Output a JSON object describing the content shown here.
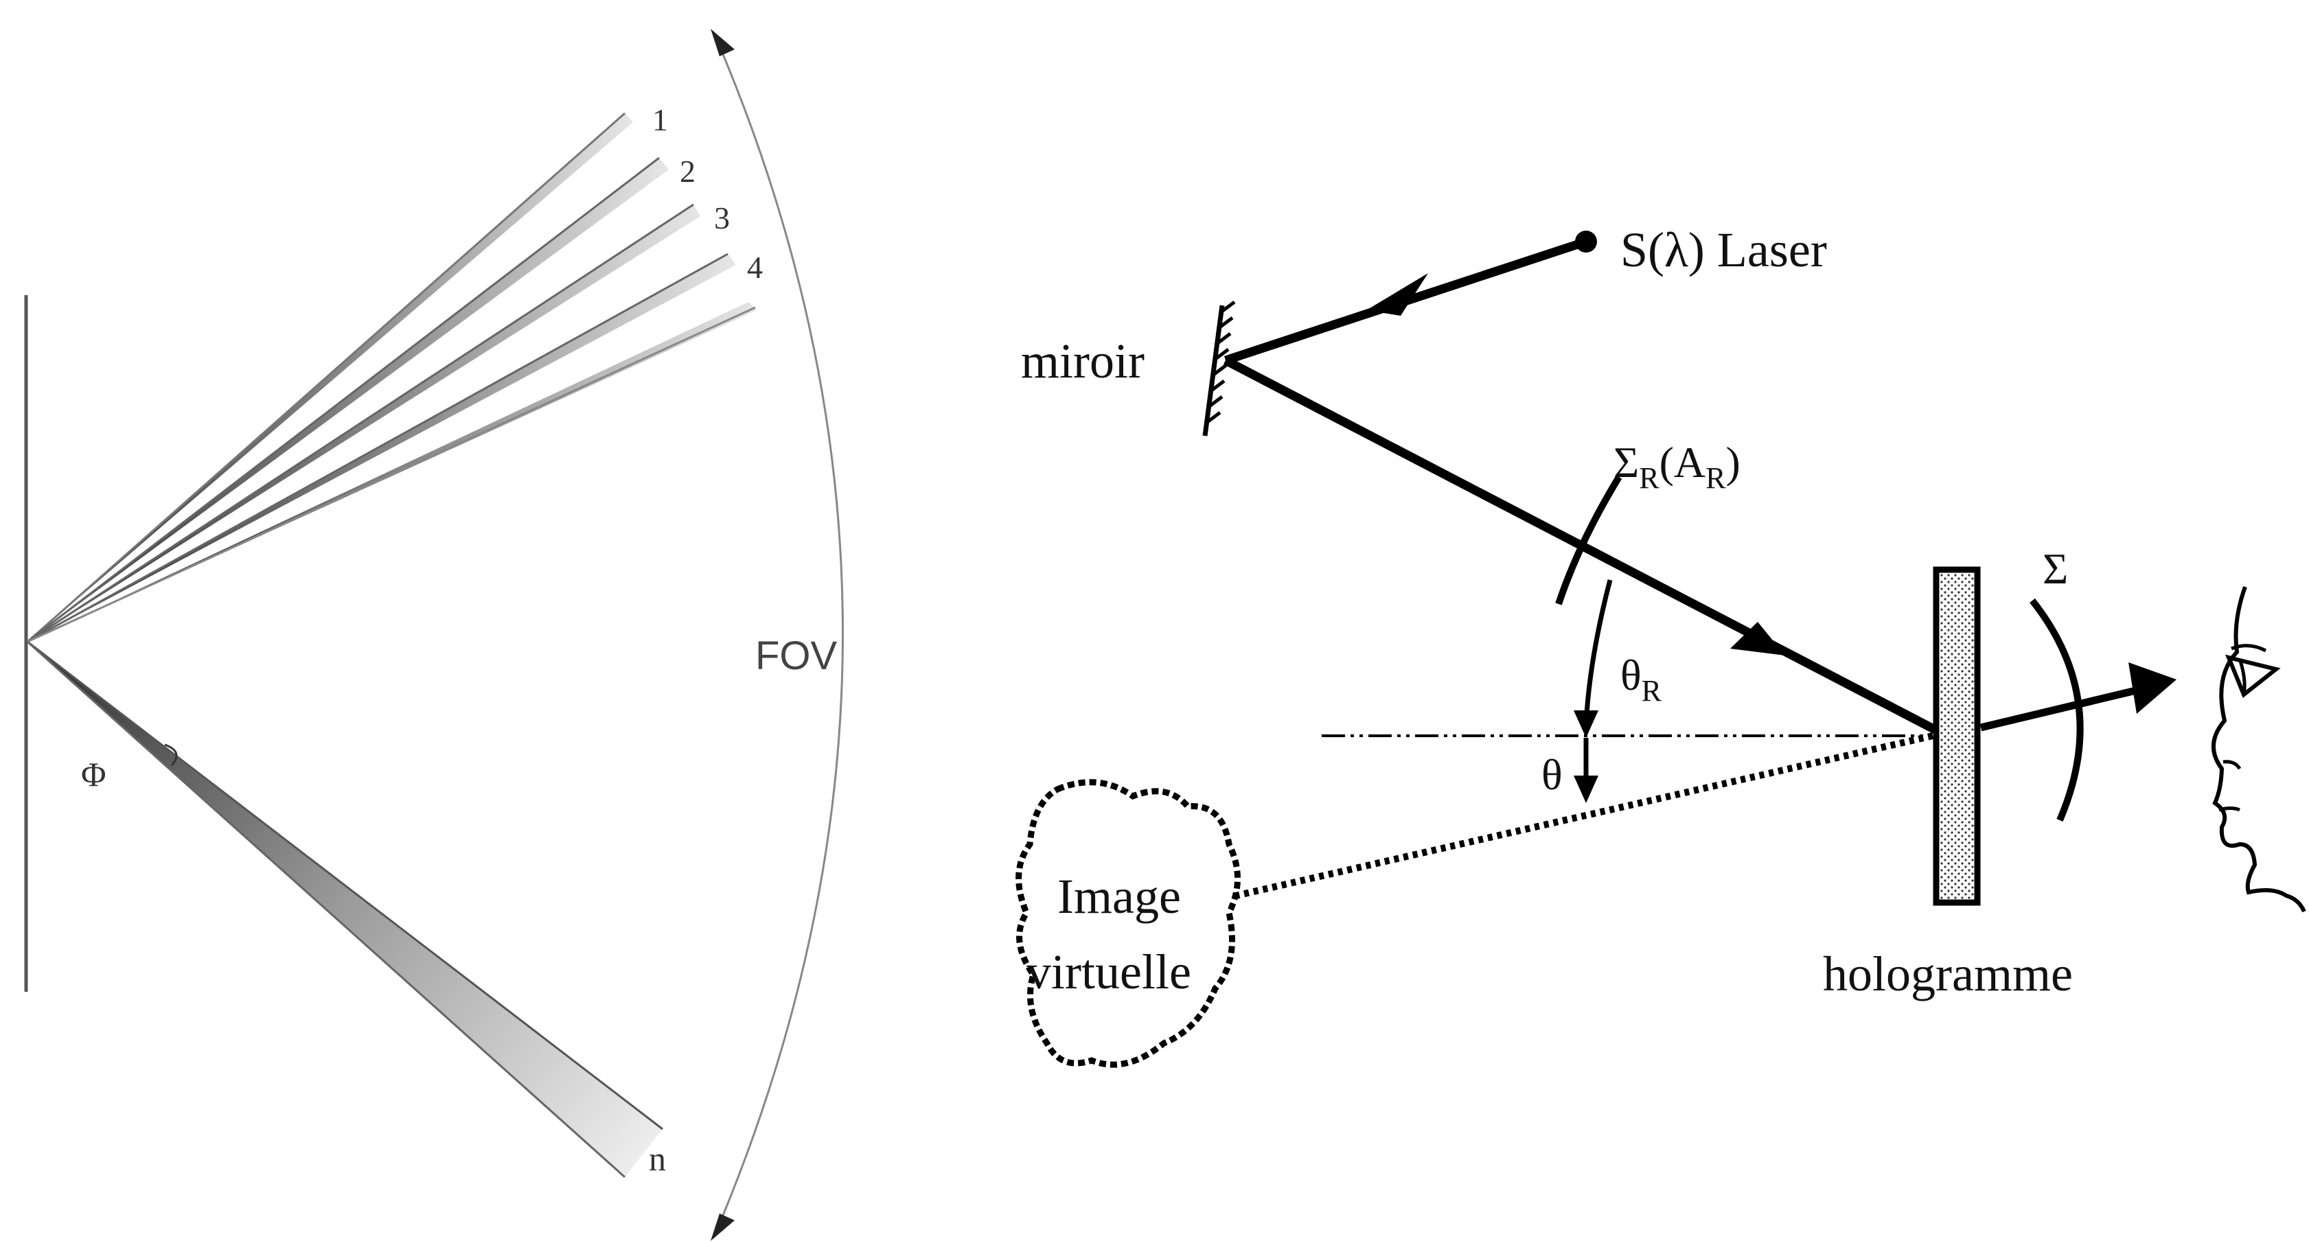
{
  "left_diagram": {
    "beam_labels": [
      "1",
      "2",
      "3",
      "4",
      "n"
    ],
    "angle_label": "Φ",
    "fov_label": "FOV"
  },
  "right_diagram": {
    "source_label": "S(λ) Laser",
    "mirror_label": "miroir",
    "wavefront_ref_label": {
      "main": "Σ",
      "sub1": "R",
      "mid": "(A",
      "sub2": "R",
      "end": ")"
    },
    "angle_ref_label": {
      "main": "θ",
      "sub": "R"
    },
    "angle_label": "θ",
    "wavefront_out_label": "Σ",
    "virtual_image_label": [
      "Image",
      "virtuelle"
    ],
    "hologram_label": "hologramme"
  }
}
